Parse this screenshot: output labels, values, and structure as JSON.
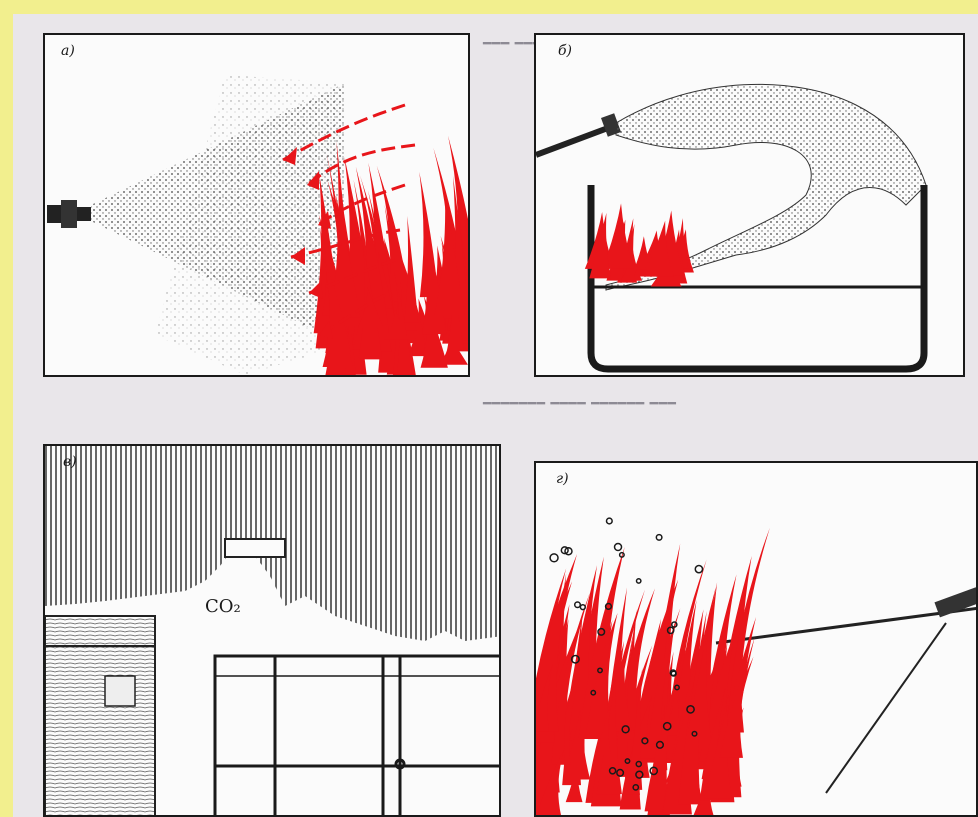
{
  "figure": {
    "panels": [
      {
        "key": "a",
        "label": "а)"
      },
      {
        "key": "b",
        "label": "б)"
      },
      {
        "key": "c",
        "label": "в)",
        "gas_label": "CO₂"
      },
      {
        "key": "d",
        "label": "г)"
      }
    ]
  },
  "colors": {
    "page_border": "#f2ef8e",
    "flame": "#e8151a",
    "ink": "#1a1a1a",
    "panel_bg": "#fbfbfb"
  },
  "icons": [
    "nozzle-icon",
    "flame-icon",
    "arrow-icon",
    "tray-icon",
    "window-frame-icon",
    "hose-icon"
  ]
}
